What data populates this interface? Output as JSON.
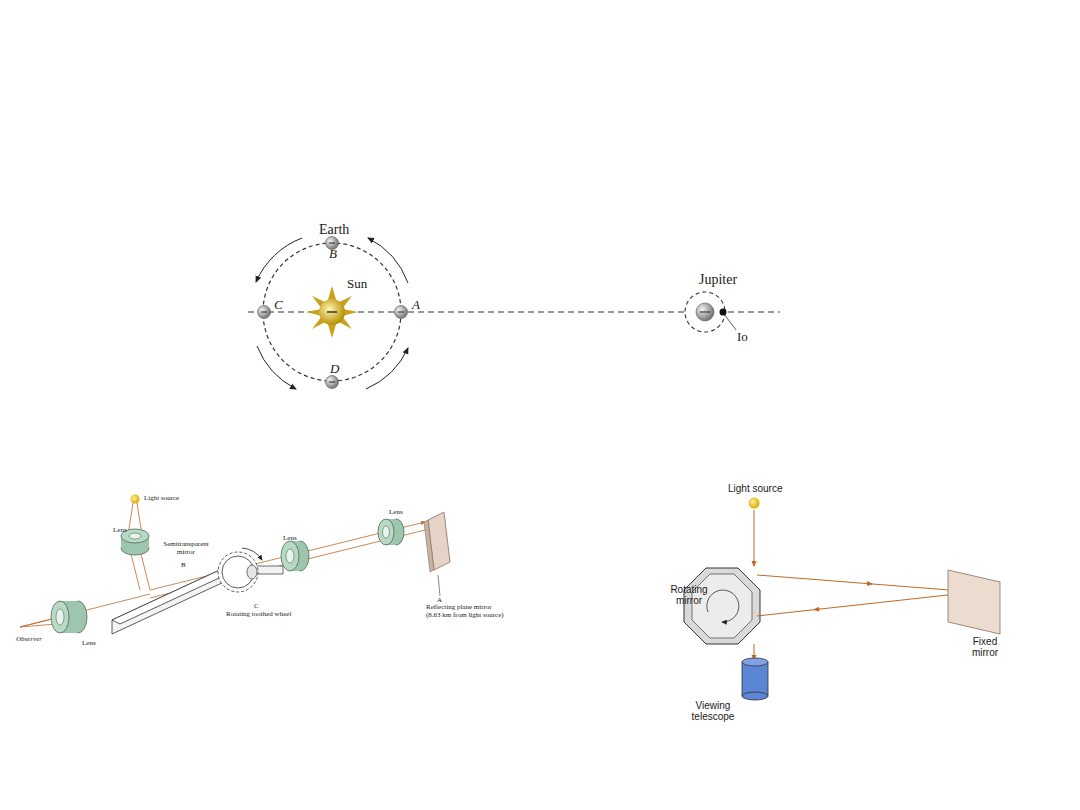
{
  "diagram": {
    "labels": [
      "Earth",
      "B",
      "Sun",
      "C",
      "A",
      "D",
      "Jupiter",
      "Io",
      "Light source",
      "Lens",
      "Semitransparent mirror",
      "B",
      "Lens",
      "Lens",
      "A",
      "Reflecting plane mirror",
      "(8.63 km from light source)",
      "Observer",
      "Lens",
      "C",
      "Rotating toothed wheel",
      "Light source",
      "Rotating mirror",
      "Fixed mirror",
      "Viewing telescope"
    ]
  }
}
